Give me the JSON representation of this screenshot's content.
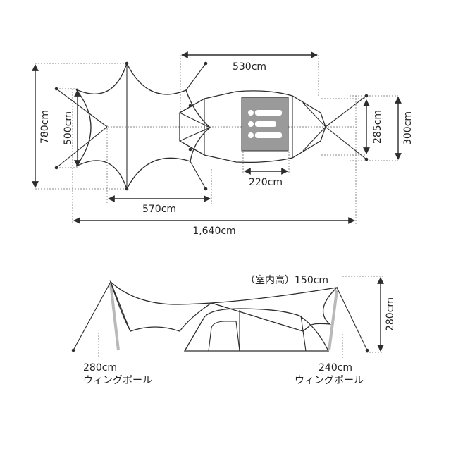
{
  "colors": {
    "line": "#2d2d2d",
    "dotted": "#8a8a8a",
    "inner_tent_fill": "#9a9a9a",
    "pole": "#b9b9b9",
    "people_icons": "#ffffff"
  },
  "top_view": {
    "dims": {
      "width_530": "530cm",
      "height_780": "780cm",
      "height_500": "500cm",
      "height_285": "285cm",
      "height_300": "300cm",
      "width_220": "220cm",
      "width_570": "570cm",
      "total_1640": "1,640cm"
    },
    "people_icons": {
      "count": 3,
      "icon": "person-sleeping-icon"
    }
  },
  "side_view": {
    "inner_height": "（室内高）150cm",
    "height_280": "280cm",
    "left_pole": {
      "length": "280cm",
      "name": "ウィングポール"
    },
    "right_pole": {
      "length": "240cm",
      "name": "ウィングポール"
    }
  }
}
